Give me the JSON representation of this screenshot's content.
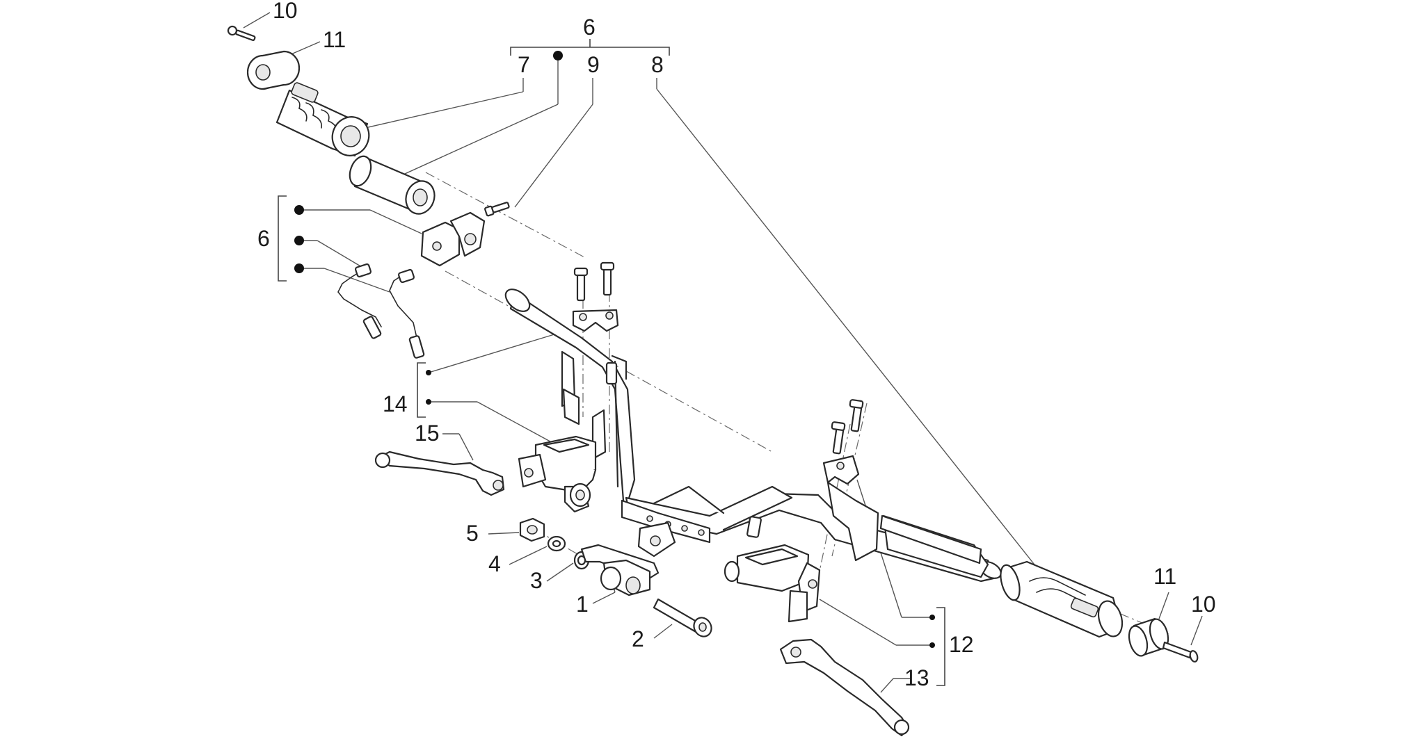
{
  "callouts": {
    "c6_top": "6",
    "c7": "7",
    "c9": "9",
    "c8": "8",
    "c10_top": "10",
    "c11_top": "11",
    "c6_left": "6",
    "c14": "14",
    "c15": "15",
    "c5": "5",
    "c4": "4",
    "c3": "3",
    "c1": "1",
    "c2": "2",
    "c12": "12",
    "c13": "13",
    "c11_right": "11",
    "c10_right": "10"
  }
}
